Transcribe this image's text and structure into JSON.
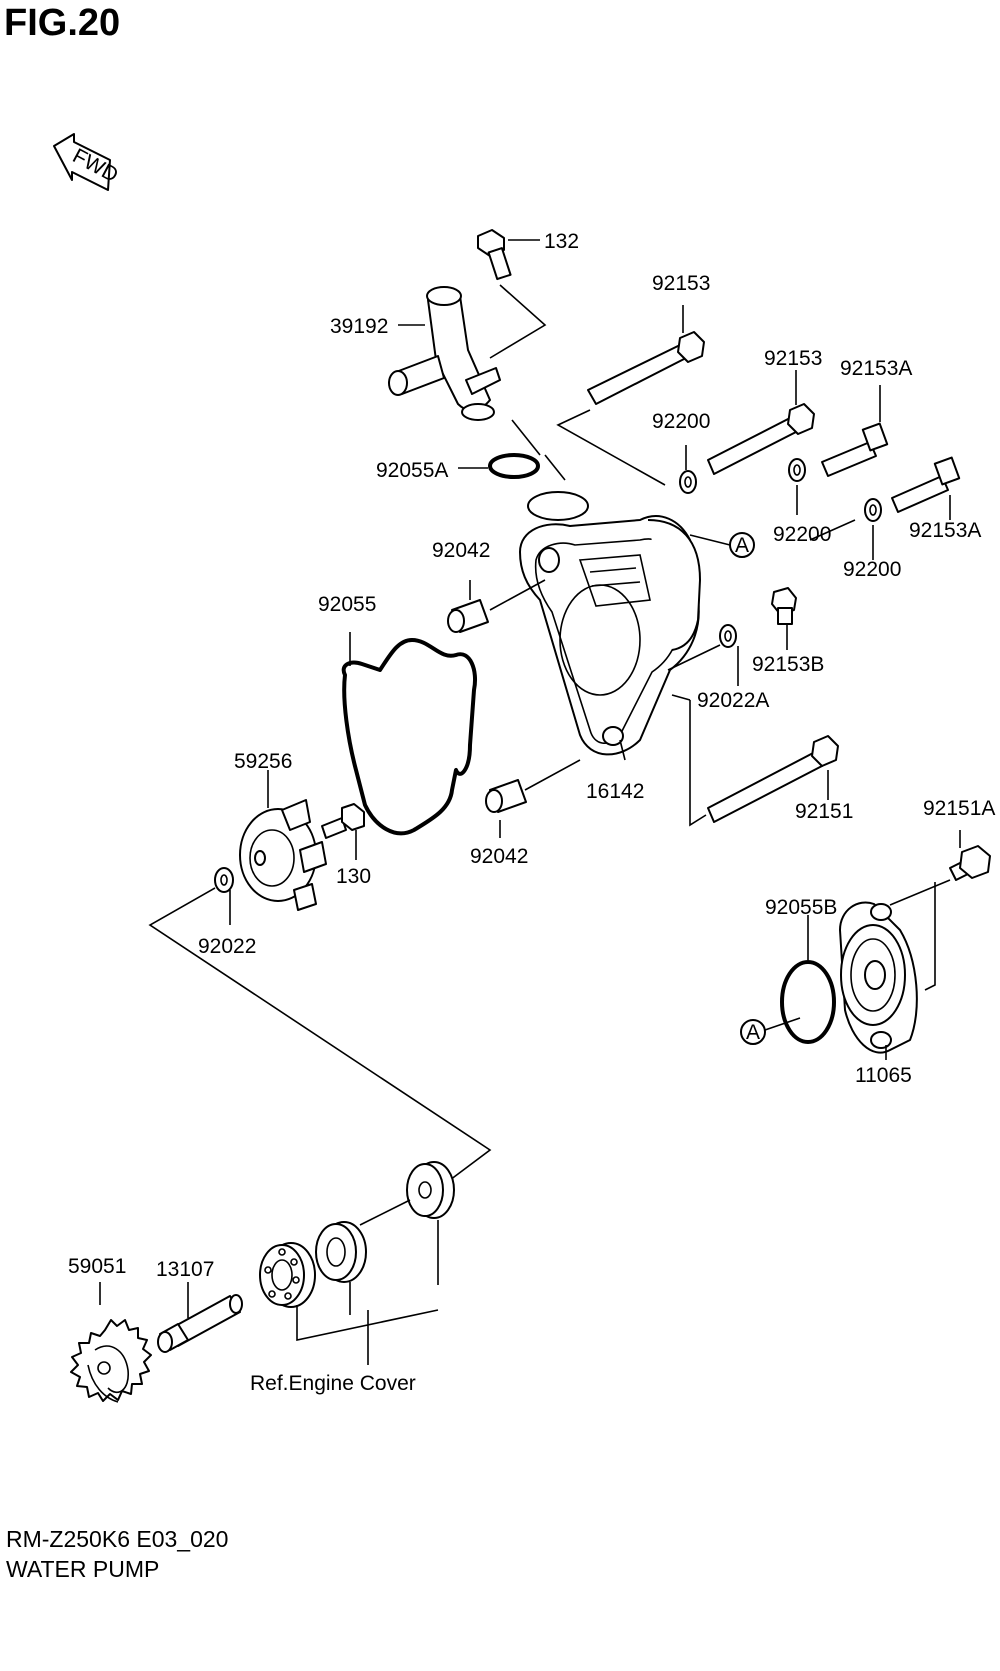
{
  "figure": {
    "title": "FIG.20",
    "fwd_label": "FWD"
  },
  "parts": {
    "p132": "132",
    "p39192": "39192",
    "p92153_a": "92153",
    "p92153_b": "92153",
    "p92153A_a": "92153A",
    "p92153A_b": "92153A",
    "p92200_a": "92200",
    "p92200_b": "92200",
    "p92200_c": "92200",
    "p92055A": "92055A",
    "p92042_a": "92042",
    "p92042_b": "92042",
    "p92055": "92055",
    "p92153B": "92153B",
    "p92022A": "92022A",
    "p16142": "16142",
    "p92151": "92151",
    "p92151A": "92151A",
    "p59256": "59256",
    "p130": "130",
    "p92022": "92022",
    "p92055B": "92055B",
    "p11065": "11065",
    "p59051": "59051",
    "p13107": "13107",
    "ref_engine_cover": "Ref.Engine Cover",
    "marker_a1": "A",
    "marker_a2": "A"
  },
  "footer": {
    "model_code": "RM-Z250K6 E03_020",
    "section_name": "WATER PUMP"
  }
}
